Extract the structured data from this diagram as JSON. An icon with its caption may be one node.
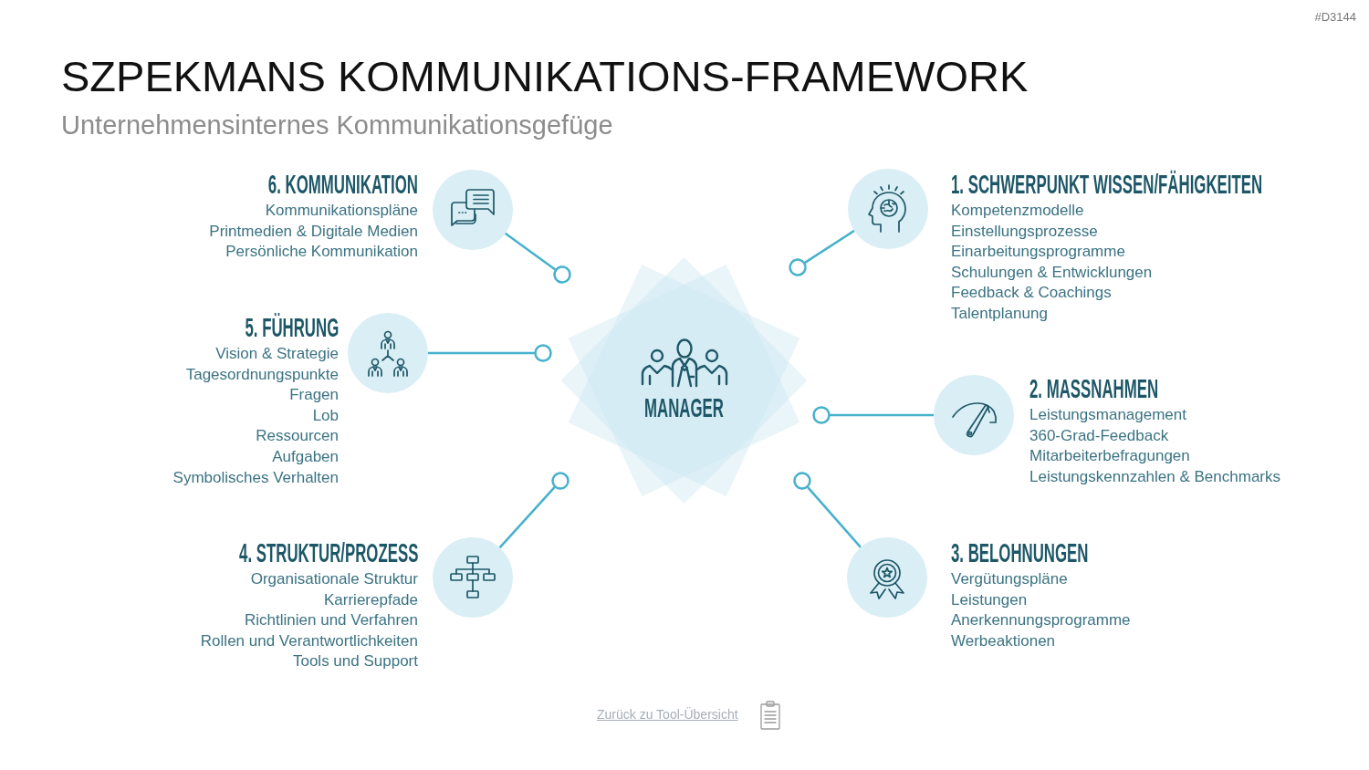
{
  "diagram": {
    "title": "SZPEKMANS KOMMUNIKATIONS-FRAMEWORK",
    "nodes": [
      {
        "text": [
          "6. KOMMUNIKATION",
          "Kommunikationspläne",
          "Printmedien & Digitale Medien",
          "Persönliche Kommunikation"
        ]
      },
      {
        "text": [
          "1. SCHWERPUNKT WISSEN/FÄHIGKEITEN",
          "Kompetenzmodelle",
          "Einstellungsprozesse",
          "Einarbeitungsprogramme",
          "Schulungen & Entwicklungen",
          "Feedback & Coachings",
          "Talentplanung"
        ]
      },
      {
        "text": [
          "5. FÜHRUNG",
          "Vision & Strategie",
          "Tagesordnungspunkte",
          "Fragen",
          "Lob",
          "Ressourcen",
          "Aufgaben",
          "Symbolisches Verhalten"
        ]
      },
      {
        "text": [
          "MANAGER"
        ]
      },
      {
        "text": [
          "2. MASSNAHMEN",
          "Leistungsmanagement",
          "360-Grad-Feedback",
          "Mitarbeiterbefragungen",
          "Leistungskennzahlen & Benchmarks"
        ]
      },
      {
        "text": [
          "4. STRUKTUR/PROZESS",
          "Organisationale Struktur",
          "Karrierepfade",
          "Richtlinien und Verfahren",
          "Rollen und Verantwortlichkeiten",
          "Tools und Support"
        ]
      },
      {
        "text": [
          "3. BELOHNUNGEN",
          "Vergütungspläne",
          "Leistungen",
          "Anerkennungsprogramme",
          "Werbeaktionen"
        ]
      }
    ],
    "edges": [
      {
        "from": 0,
        "to": null,
        "arrow": "other"
      },
      {
        "from": 1,
        "to": null,
        "arrow": "other"
      },
      {
        "from": 2,
        "to": null,
        "arrow": "other"
      },
      {
        "from": 4,
        "to": null,
        "arrow": "other"
      },
      {
        "from": 5,
        "to": null,
        "arrow": "other"
      },
      {
        "from": 6,
        "to": null,
        "arrow": "other"
      }
    ],
    "labels": [
      "#D3144",
      "Unternehmensinternes Kommunikationsgefüge",
      "Zurück zu Tool-Übersicht"
    ]
  }
}
